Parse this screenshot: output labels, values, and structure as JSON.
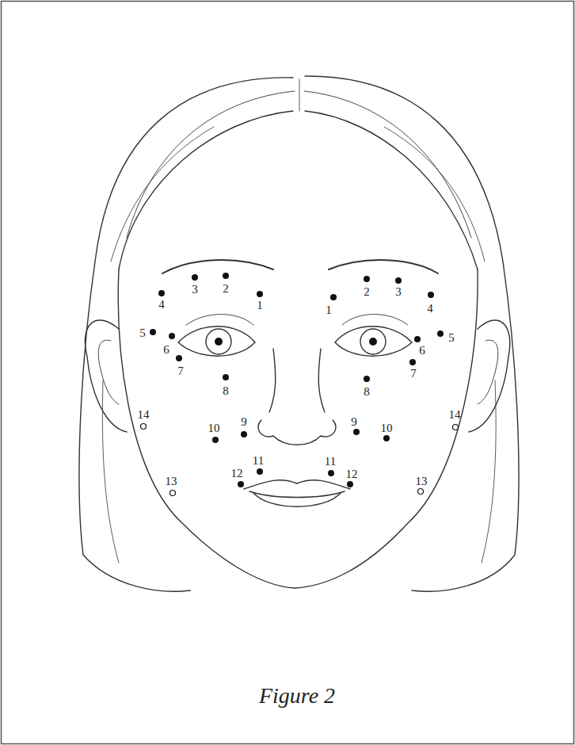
{
  "diagram": {
    "caption": "Figure 2",
    "labels": [
      "1",
      "2",
      "3",
      "4",
      "5",
      "6",
      "7",
      "8",
      "9",
      "10",
      "11",
      "12",
      "13",
      "14",
      "1",
      "2",
      "3",
      "4",
      "5",
      "6",
      "7",
      "8",
      "9",
      "10",
      "11",
      "12",
      "13",
      "14"
    ]
  }
}
